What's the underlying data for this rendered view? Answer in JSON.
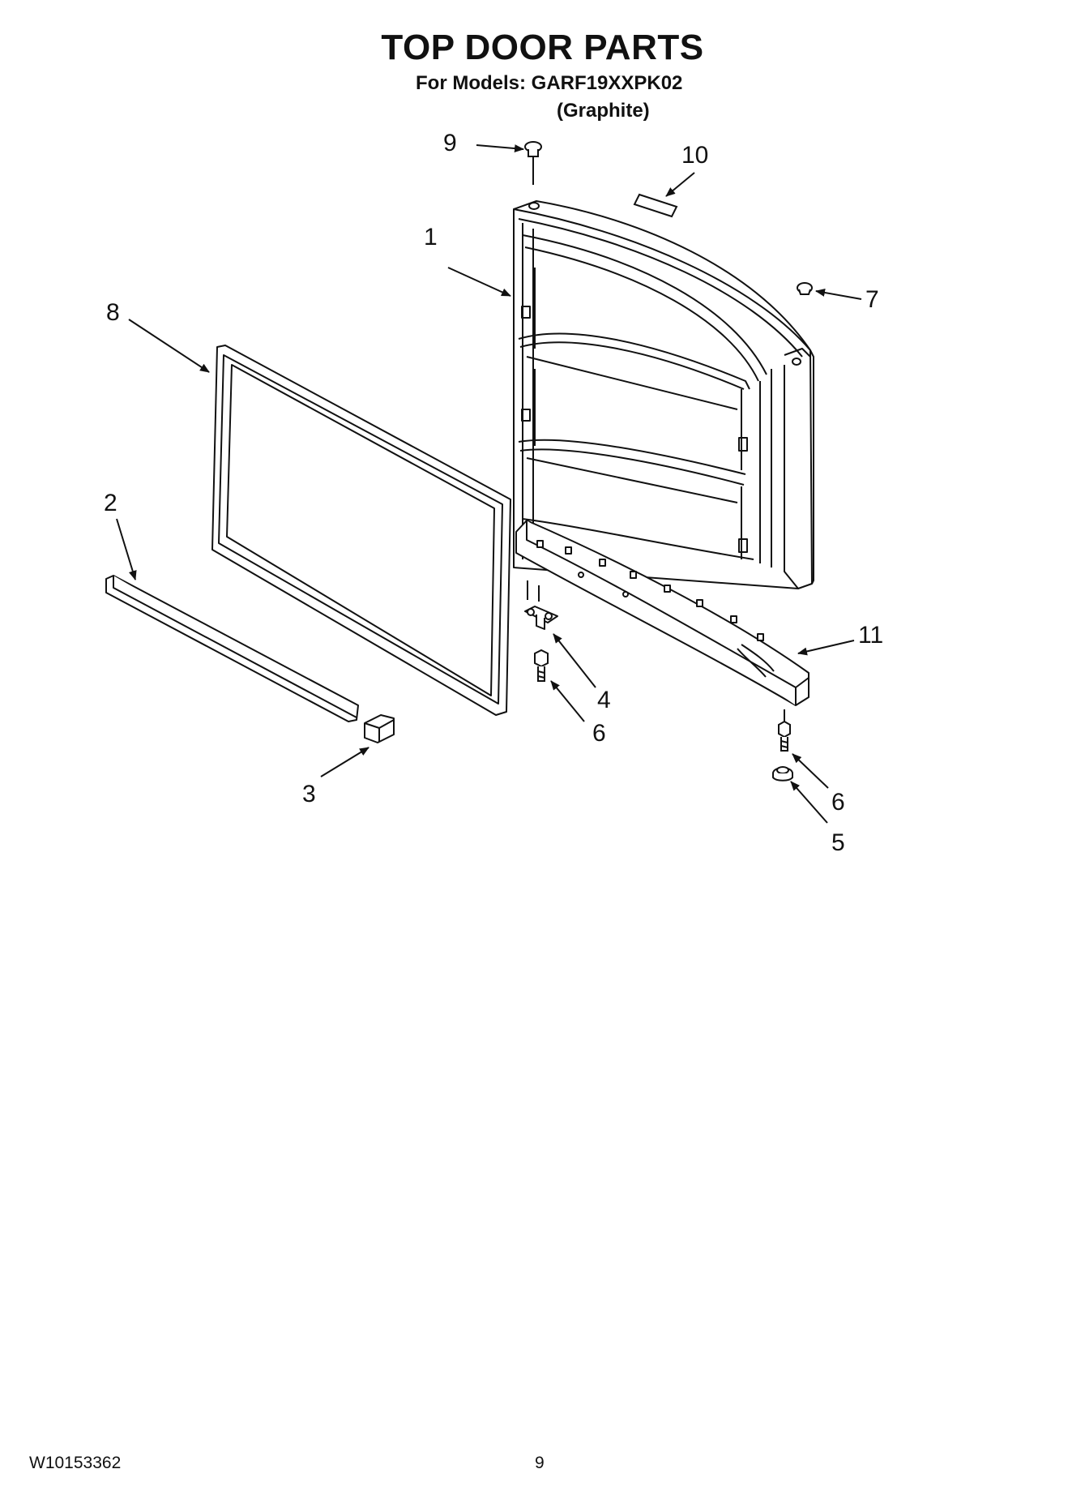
{
  "header": {
    "title": "TOP DOOR PARTS",
    "models_line": "For Models: GARF19XXPK02",
    "variant": "(Graphite)"
  },
  "callouts": [
    {
      "id": "9-top",
      "label": "9"
    },
    {
      "id": "10",
      "label": "10"
    },
    {
      "id": "1",
      "label": "1"
    },
    {
      "id": "7",
      "label": "7"
    },
    {
      "id": "8",
      "label": "8"
    },
    {
      "id": "2",
      "label": "2"
    },
    {
      "id": "11",
      "label": "11"
    },
    {
      "id": "4",
      "label": "4"
    },
    {
      "id": "6-left",
      "label": "6"
    },
    {
      "id": "3",
      "label": "3"
    },
    {
      "id": "6-right",
      "label": "6"
    },
    {
      "id": "5",
      "label": "5"
    }
  ],
  "footer": {
    "doc_code": "W10153362",
    "page_number": "9"
  }
}
